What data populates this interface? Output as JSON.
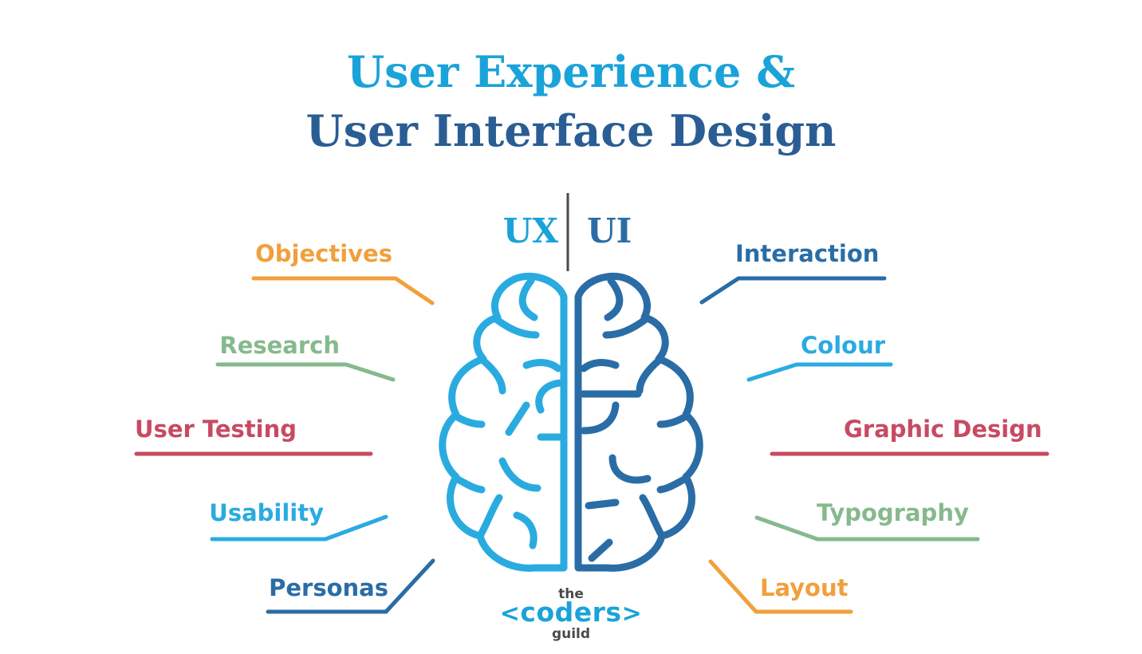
{
  "title": {
    "line1": "User Experience &",
    "line2": "User Interface Design"
  },
  "header": {
    "ux": "UX",
    "ui": "UI"
  },
  "ux_topics": [
    {
      "label": "Objectives",
      "color": "#f0a03c"
    },
    {
      "label": "Research",
      "color": "#86b98e"
    },
    {
      "label": "User Testing",
      "color": "#c84a62"
    },
    {
      "label": "Usability",
      "color": "#29abe0"
    },
    {
      "label": "Personas",
      "color": "#2a6da6"
    }
  ],
  "ui_topics": [
    {
      "label": "Interaction",
      "color": "#2a6da6"
    },
    {
      "label": "Colour",
      "color": "#29abe0"
    },
    {
      "label": "Graphic Design",
      "color": "#c84a62"
    },
    {
      "label": "Typography",
      "color": "#86b98e"
    },
    {
      "label": "Layout",
      "color": "#f0a03c"
    }
  ],
  "brain": {
    "left_color": "#29abe0",
    "right_color": "#2a6da6",
    "divider_color": "#4a4a4a"
  },
  "logo": {
    "the": "the",
    "open": "<",
    "coders": "coders",
    "close": ">",
    "guild": "guild"
  }
}
